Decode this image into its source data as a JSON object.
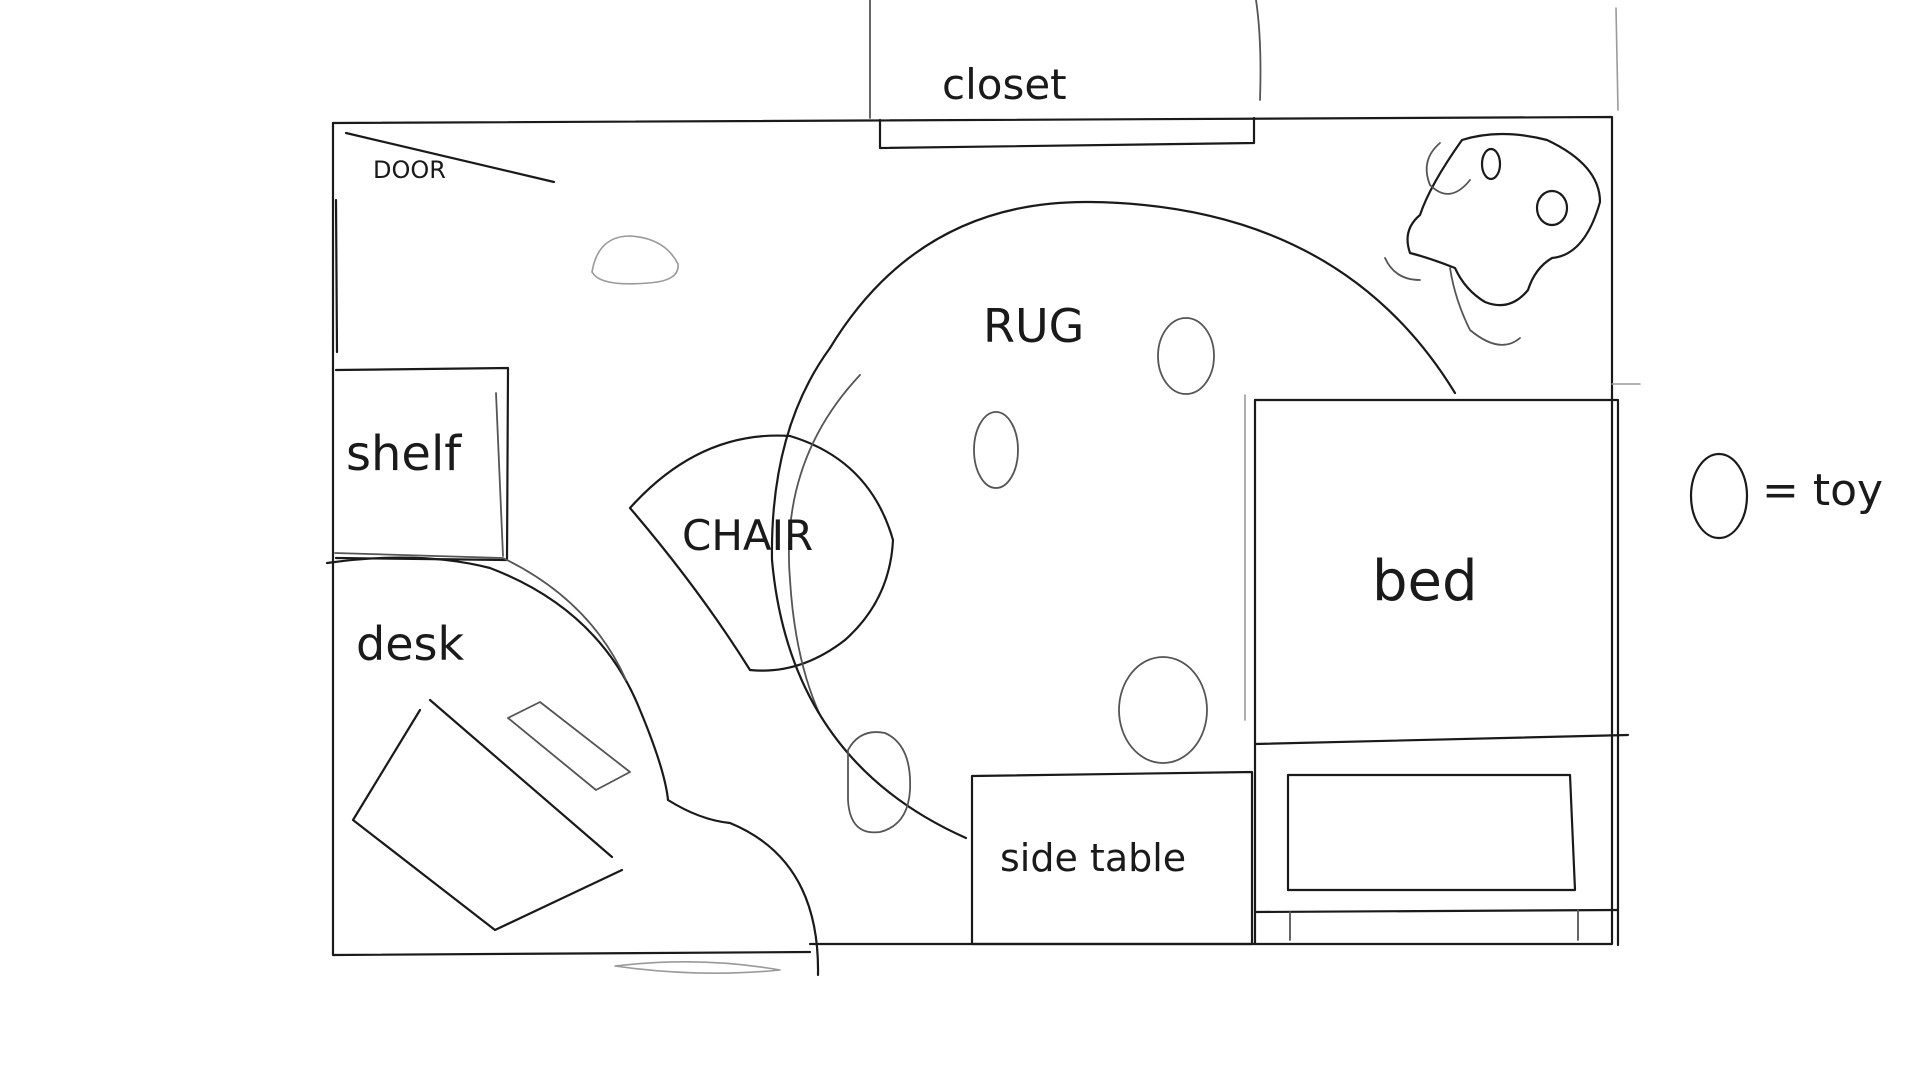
{
  "labels": {
    "closet": "closet",
    "door": "DOOR",
    "rug": "RUG",
    "shelf": "shelf",
    "chair": "CHAIR",
    "desk": "desk",
    "bed": "bed",
    "side_table": "side table"
  },
  "legend": {
    "symbol": "toy-oval-icon",
    "text": "= toy"
  },
  "colors": {
    "ink": "#1a1a1a",
    "background": "#ffffff"
  }
}
